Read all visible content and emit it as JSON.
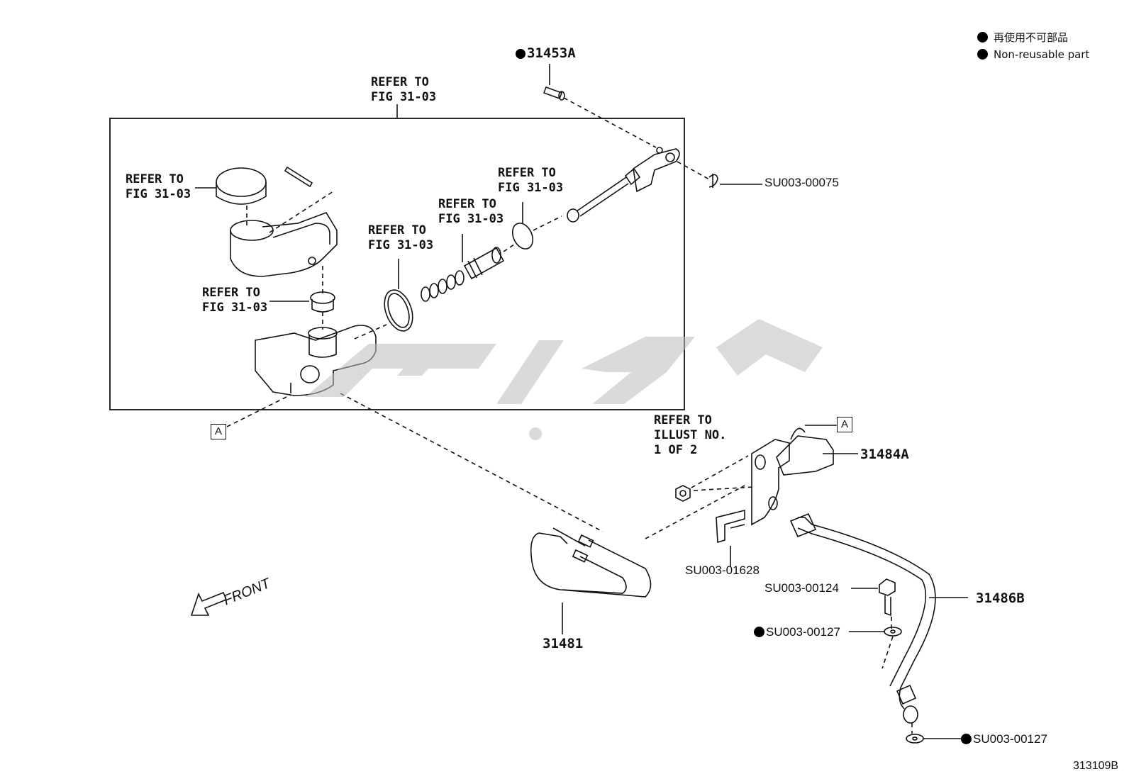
{
  "legend": {
    "jp": "再使用不可部品",
    "en": "Non-reusable part"
  },
  "refs": {
    "fig_top": "REFER TO\nFIG 31-03",
    "fig_cap": "REFER TO\nFIG 31-03",
    "fig_oring": "REFER TO\nFIG 31-03",
    "fig_spring": "REFER TO\nFIG 31-03",
    "fig_snap": "REFER TO\nFIG 31-03",
    "fig_grommet": "REFER TO\nFIG 31-03",
    "illust": "REFER TO\nILLUST NO.\n1 OF 2"
  },
  "parts": {
    "p31453A": "31453A",
    "su00075": "SU003-00075",
    "p31484A": "31484A",
    "su01628": "SU003-01628",
    "su00124": "SU003-00124",
    "su00127a": "SU003-00127",
    "su00127b": "SU003-00127",
    "p31486B": "31486B",
    "p31481": "31481"
  },
  "markers": {
    "a1": "A",
    "a2": "A"
  },
  "front": "FRONT",
  "figure_number": "313109B",
  "colors": {
    "line": "#111111",
    "watermark": "#bdbdbd"
  }
}
